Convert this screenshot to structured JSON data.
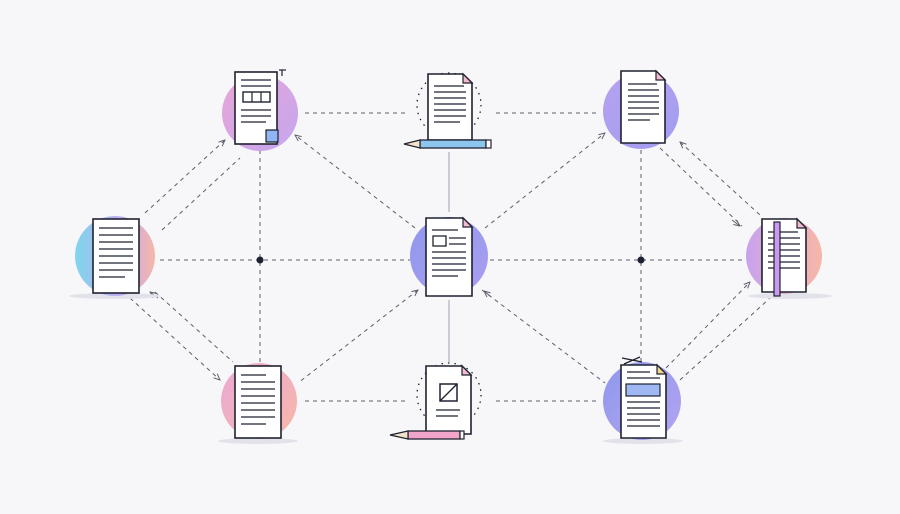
{
  "diagram": {
    "type": "document-network",
    "colors": {
      "background": "#f7f7fa",
      "line": "#5b5f6b",
      "paper": "#ffffff",
      "outline": "#1f2230",
      "pink": "#e9a6d8",
      "violet": "#b6a2f0",
      "periwinkle": "#8f98ec",
      "peach": "#f7b7a7",
      "sky": "#7fd6ee",
      "pencil_blue": "#8cc5ee",
      "pencil_pink": "#f3a5c9",
      "fold_pink": "#f4b9cf",
      "fold_blue": "#8fb5f3"
    },
    "nodes": [
      {
        "id": "top-left",
        "icon": "document-with-table-icon",
        "blob": [
          "pink",
          "violet"
        ],
        "badge": "fold-blue"
      },
      {
        "id": "top-center",
        "icon": "document-with-pencil-icon",
        "blob": "none",
        "pencil": "blue"
      },
      {
        "id": "top-right",
        "icon": "document-icon",
        "blob": [
          "violet",
          "periwinkle"
        ]
      },
      {
        "id": "mid-left",
        "icon": "document-icon",
        "blob": [
          "sky",
          "violet",
          "peach"
        ]
      },
      {
        "id": "center",
        "icon": "document-icon",
        "blob": [
          "periwinkle",
          "violet"
        ]
      },
      {
        "id": "mid-right",
        "icon": "document-with-bookmark-icon",
        "blob": [
          "violet",
          "peach"
        ]
      },
      {
        "id": "bottom-left",
        "icon": "document-icon",
        "blob": [
          "pink",
          "peach"
        ]
      },
      {
        "id": "bottom-center",
        "icon": "document-with-image-and-pencil-icon",
        "blob": "none",
        "pencil": "pink"
      },
      {
        "id": "bottom-right",
        "icon": "document-with-highlight-icon",
        "blob": [
          "periwinkle",
          "violet"
        ]
      }
    ],
    "junctions": [
      "left-junction",
      "right-junction"
    ],
    "edges": [
      {
        "from": "top-left",
        "to": "top-center",
        "style": "dashed"
      },
      {
        "from": "top-center",
        "to": "top-right",
        "style": "dashed"
      },
      {
        "from": "bottom-left",
        "to": "bottom-center",
        "style": "dashed"
      },
      {
        "from": "bottom-center",
        "to": "bottom-right",
        "style": "dashed"
      },
      {
        "from": "mid-left",
        "to": "center",
        "style": "dashed"
      },
      {
        "from": "center",
        "to": "mid-right",
        "style": "dashed"
      },
      {
        "from": "top-left",
        "to": "bottom-left",
        "style": "dashed"
      },
      {
        "from": "top-right",
        "to": "bottom-right",
        "style": "dashed"
      },
      {
        "from": "top-center",
        "to": "center",
        "style": "solid"
      },
      {
        "from": "center",
        "to": "bottom-center",
        "style": "solid"
      },
      {
        "from": "top-left",
        "to": "center",
        "style": "dashed-arrow"
      },
      {
        "from": "center",
        "to": "top-right",
        "style": "dashed-arrow"
      },
      {
        "from": "center",
        "to": "bottom-left",
        "style": "dashed-arrow"
      },
      {
        "from": "center",
        "to": "bottom-right",
        "style": "dashed-arrow"
      },
      {
        "from": "mid-left",
        "to": "top-left",
        "style": "dashed-arrow"
      },
      {
        "from": "mid-left",
        "to": "bottom-left",
        "style": "dashed-arrow"
      },
      {
        "from": "top-right",
        "to": "mid-right",
        "style": "dashed-arrow"
      },
      {
        "from": "bottom-right",
        "to": "mid-right",
        "style": "dashed-arrow"
      }
    ]
  }
}
